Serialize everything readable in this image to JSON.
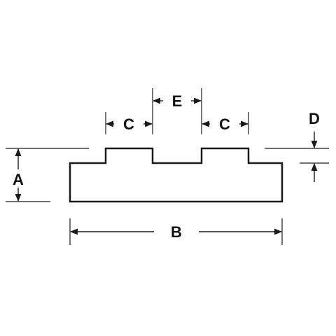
{
  "diagram": {
    "labels": {
      "A": "A",
      "B": "B",
      "C_left": "C",
      "C_right": "C",
      "D": "D",
      "E": "E"
    },
    "colors": {
      "line": "#1a1a1a",
      "background": "#ffffff"
    }
  }
}
